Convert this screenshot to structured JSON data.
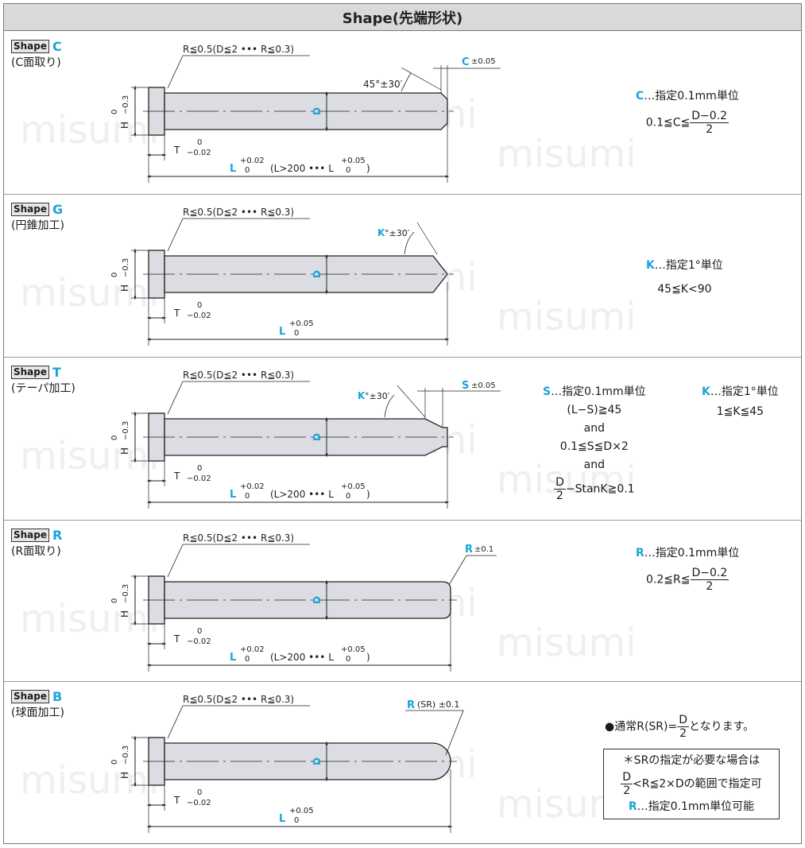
{
  "header": {
    "title": "Shape(先端形状)"
  },
  "watermark": "misumi",
  "shape_label": "Shape",
  "colors": {
    "accent": "#1aa3d9",
    "part_fill": "#dcdde2",
    "outline": "#222222"
  },
  "sections": [
    {
      "code": "C",
      "name": "(C面取り)",
      "radius_note": "R≦0.5(D≦2 ••• R≦0.3)",
      "tip_label": "C",
      "tip_tol": "±0.05",
      "angle_note": "45°±30′",
      "length_label": "L",
      "length_tol_up": "+0.02",
      "length_tol_low": "0",
      "length_cond": "(L>200 ••• L",
      "length_cond_up": "+0.05",
      "length_cond_low": "0",
      "length_cond_close": ")",
      "note_var": "C",
      "note_text": "…指定0.1mm単位",
      "formula_left": "0.1≦C≦",
      "formula_num": "D−0.2",
      "formula_den": "2"
    },
    {
      "code": "G",
      "name": "(円錐加工)",
      "radius_note": "R≦0.5(D≦2 ••• R≦0.3)",
      "angle_var": "K",
      "angle_note": "°±30′",
      "length_label": "L",
      "length_tol_up": "+0.05",
      "length_tol_low": "0",
      "note_var": "K",
      "note_text": "…指定1°単位",
      "formula": "45≦K<90"
    },
    {
      "code": "T",
      "name": "(テーパ加工)",
      "radius_note": "R≦0.5(D≦2 ••• R≦0.3)",
      "tip_label": "S",
      "tip_tol": "±0.05",
      "angle_var": "K",
      "angle_note": "°±30′",
      "length_label": "L",
      "length_tol_up": "+0.02",
      "length_tol_low": "0",
      "length_cond": "(L>200 ••• L",
      "length_cond_up": "+0.05",
      "length_cond_low": "0",
      "length_cond_close": ")",
      "note_s_var": "S",
      "note_s_text": "…指定0.1mm単位",
      "note_s_lines": [
        "(L−S)≧45",
        "and",
        "0.1≦S≦D×2",
        "and"
      ],
      "note_s_frac_num": "D",
      "note_s_frac_den": "2",
      "note_s_frac_tail": "−StanK≧0.1",
      "note_k_var": "K",
      "note_k_text": "…指定1°単位",
      "note_k_formula": "1≦K≦45"
    },
    {
      "code": "R",
      "name": "(R面取り)",
      "radius_note": "R≦0.5(D≦2 ••• R≦0.3)",
      "tip_label": "R",
      "tip_tol": "±0.1",
      "length_label": "L",
      "length_tol_up": "+0.02",
      "length_tol_low": "0",
      "length_cond": "(L>200 ••• L",
      "length_cond_up": "+0.05",
      "length_cond_low": "0",
      "length_cond_close": ")",
      "note_var": "R",
      "note_text": "…指定0.1mm単位",
      "formula_left": "0.2≦R≦",
      "formula_num": "D−0.2",
      "formula_den": "2"
    },
    {
      "code": "B",
      "name": "(球面加工)",
      "radius_note": "R≦0.5(D≦2 ••• R≦0.3)",
      "tip_label": "R",
      "tip_tol": "(SR) ±0.1",
      "length_label": "L",
      "length_tol_up": "+0.05",
      "length_tol_low": "0",
      "bullet_text": "●通常R(SR)=",
      "bullet_num": "D",
      "bullet_den": "2",
      "bullet_tail": "となります。",
      "box_line1": "＊SRの指定が必要な場合は",
      "box_frac_num": "D",
      "box_frac_den": "2",
      "box_line2_tail": "<R≦2×Dの範囲で指定可",
      "box_line3_var": "R",
      "box_line3_text": "…指定0.1mm単位可能"
    }
  ],
  "dims": {
    "diameter": "D",
    "head": "H",
    "head_tol_up": "0",
    "head_tol_low": "−0.3",
    "thickness": "T",
    "thickness_tol_up": "0",
    "thickness_tol_low": "−0.02"
  }
}
